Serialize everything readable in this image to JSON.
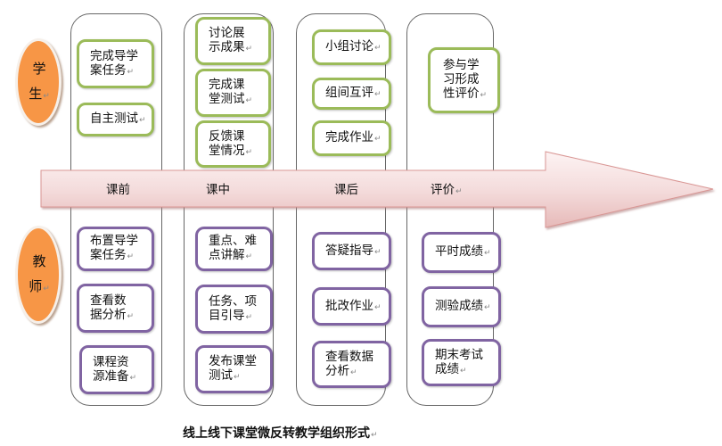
{
  "title": "线上线下课堂微反转教学组织形式",
  "roles": {
    "student": [
      "学",
      "生"
    ],
    "teacher": [
      "教",
      "师"
    ]
  },
  "stages": [
    "课前",
    "课中",
    "课后",
    "评价"
  ],
  "student_tasks": [
    [
      "完成导学案任务",
      "自主测试"
    ],
    [
      "讨论展示成果",
      "完成课堂测试",
      "反馈课堂情况"
    ],
    [
      "小组讨论",
      "组间互评",
      "完成作业"
    ],
    [
      "参与学习形成性评价"
    ]
  ],
  "teacher_tasks": [
    [
      "布置导学案任务",
      "查看数据分析",
      "课程资源准备"
    ],
    [
      "重点、难点讲解",
      "任务、项目引导",
      "发布课堂测试"
    ],
    [
      "答疑指导",
      "批改作业",
      "查看数据分析"
    ],
    [
      "平时成绩",
      "测验成绩",
      "期末考试成绩"
    ]
  ],
  "display": {
    "s0_0": [
      "完成导学",
      "案任务"
    ],
    "s0_1": [
      "自主测试"
    ],
    "s1_0": [
      "讨论展",
      "示成果"
    ],
    "s1_1": [
      "完成课",
      "堂测试"
    ],
    "s1_2": [
      "反馈课",
      "堂情况"
    ],
    "s2_0": [
      "小组讨论"
    ],
    "s2_1": [
      "组间互评"
    ],
    "s2_2": [
      "完成作业"
    ],
    "s3_0": [
      "参与学",
      "习形成",
      "性评价"
    ],
    "t0_0": [
      "布置导学",
      "案任务"
    ],
    "t0_1": [
      "查看数",
      "据分析"
    ],
    "t0_2": [
      "课程资",
      "源准备"
    ],
    "t1_0": [
      "重点、难",
      "点讲解"
    ],
    "t1_1": [
      "任务、项",
      "目引导"
    ],
    "t1_2": [
      "发布课堂",
      "测试"
    ],
    "t2_0": [
      "答疑指导"
    ],
    "t2_1": [
      "批改作业"
    ],
    "t2_2": [
      "查看数据",
      "分析"
    ],
    "t3_0": [
      "平时成绩"
    ],
    "t3_1": [
      "测验成绩"
    ],
    "t3_2": [
      "期末考试",
      "成绩"
    ]
  },
  "paragraph_mark": "↵",
  "colors": {
    "student_border": "#9bbb59",
    "teacher_border": "#8064a2",
    "role_fill": "#f79646",
    "arrow_fill_top": "#fdf3f3",
    "arrow_fill_bottom": "#e6b9b8",
    "arrow_stroke": "#d99694"
  }
}
